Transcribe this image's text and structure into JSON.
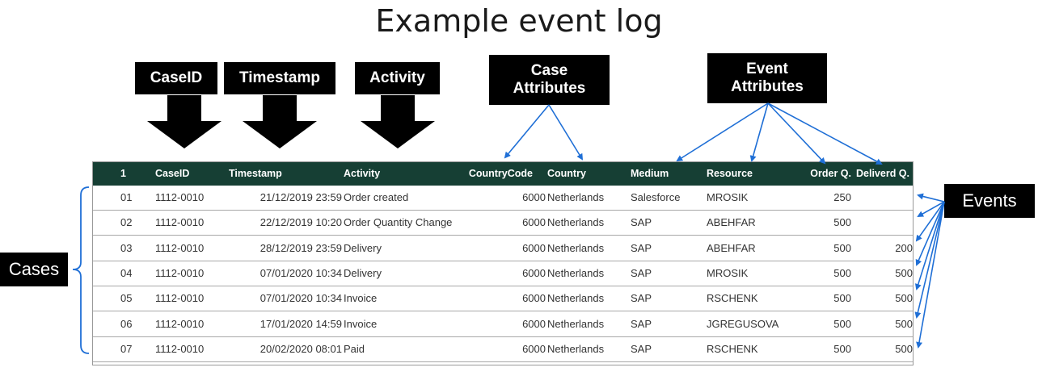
{
  "title": "Example event log",
  "labels": {
    "caseid": "CaseID",
    "timestamp": "Timestamp",
    "activity": "Activity",
    "case_attributes": "Case\nAttributes",
    "event_attributes": "Event\nAttributes",
    "events": "Events",
    "cases": "Cases"
  },
  "table": {
    "headers": [
      "1",
      "CaseID",
      "Timestamp",
      "Activity",
      "CountryCode",
      "Country",
      "Medium",
      "Resource",
      "Order Q.",
      "Deliverd Q."
    ],
    "rows": [
      [
        "01",
        "1112-0010",
        "21/12/2019 23:59",
        "Order created",
        "6000",
        "Netherlands",
        "Salesforce",
        "MROSIK",
        "250",
        ""
      ],
      [
        "02",
        "1112-0010",
        "22/12/2019 10:20",
        "Order Quantity Change",
        "6000",
        "Netherlands",
        "SAP",
        "ABEHFAR",
        "500",
        ""
      ],
      [
        "03",
        "1112-0010",
        "28/12/2019 23:59",
        "Delivery",
        "6000",
        "Netherlands",
        "SAP",
        "ABEHFAR",
        "500",
        "200"
      ],
      [
        "04",
        "1112-0010",
        "07/01/2020 10:34",
        "Delivery",
        "6000",
        "Netherlands",
        "SAP",
        "MROSIK",
        "500",
        "500"
      ],
      [
        "05",
        "1112-0010",
        "07/01/2020 10:34",
        "Invoice",
        "6000",
        "Netherlands",
        "SAP",
        "RSCHENK",
        "500",
        "500"
      ],
      [
        "06",
        "1112-0010",
        "17/01/2020 14:59",
        "Invoice",
        "6000",
        "Netherlands",
        "SAP",
        "JGREGUSOVA",
        "500",
        "500"
      ],
      [
        "07",
        "1112-0010",
        "20/02/2020 08:01",
        "Paid",
        "6000",
        "Netherlands",
        "SAP",
        "RSCHENK",
        "500",
        "500"
      ]
    ]
  },
  "colors": {
    "header_bg": "#163f34",
    "arrow_blue": "#1f6fd6",
    "label_bg": "#000000"
  }
}
